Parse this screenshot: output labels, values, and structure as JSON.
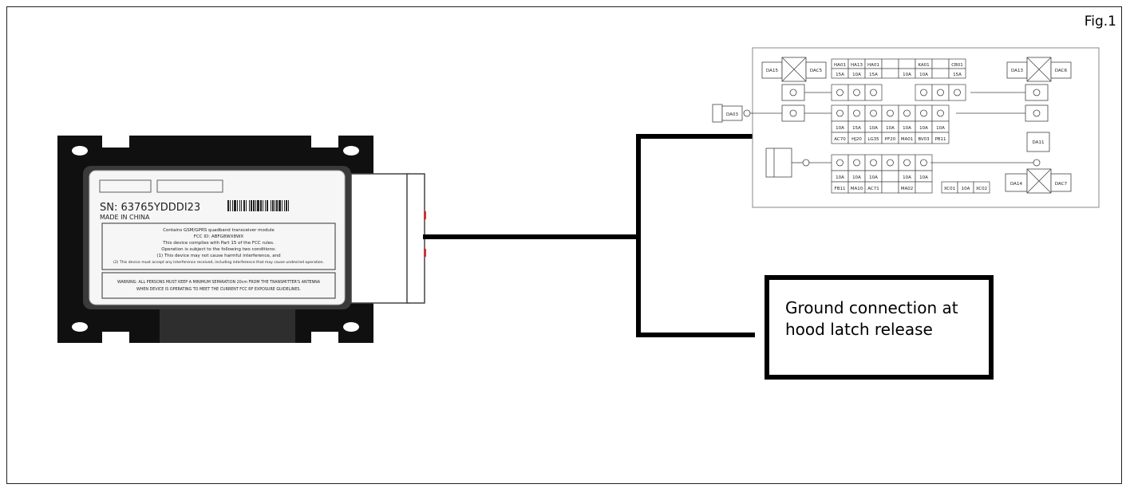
{
  "figure_label": "Fig.1",
  "callout_text": "Ground connection at hood latch release",
  "module": {
    "serial": "SN:  63765YDDDI23",
    "origin": "MADE IN CHINA",
    "compliance_lines": [
      "Contains GSM/GPRS quadband transceiver module",
      "FCC ID: ABFG8WX8WX",
      "This device complies with Part 15 of the FCC rules.",
      "Operation is subject to the following two conditions:",
      "(1) This device may not cause harmful interference, and",
      "(2) This device must accept any interference received, including interference that may cause undesired operation."
    ],
    "warning_lines": [
      "WARNING: ALL PERSONS MUST KEEP A MINIMUM SEPARATION 20cm FROM THE TRANSMITTER'S ANTENNA",
      "WHEN DEVICE IS OPERATING TO MEET THE CURRENT FCC RF EXPOSURE GUIDELINES."
    ]
  },
  "fuse_box": {
    "left_top_labels": [
      "DA15",
      "DAC5"
    ],
    "right_top_labels": [
      "DA13",
      "DAC6"
    ],
    "left_side_label": "DA03",
    "right_mid_label": "DA11",
    "right_bottom_labels": [
      "DA14",
      "DAC7"
    ],
    "row1_ids": [
      "HA01",
      "HA13",
      "HA01",
      "",
      "",
      "KA01",
      "",
      "CB01"
    ],
    "row1_amps": [
      "15A",
      "10A",
      "15A",
      "",
      "10A",
      "10A",
      "",
      "15A"
    ],
    "row2_amps": [
      "10A",
      "15A",
      "10A",
      "10A",
      "10A",
      "10A",
      "10A"
    ],
    "row2_ids": [
      "AC70",
      "HJ20",
      "LG35",
      "PF20",
      "MA01",
      "BV03",
      "PB11"
    ],
    "row3_amps": [
      "10A",
      "10A",
      "10A",
      "",
      "10A",
      "10A"
    ],
    "row3_ids": [
      "FB11",
      "MA10",
      "AC71",
      "",
      "MA02",
      ""
    ],
    "row3_extra": [
      "XC01",
      "10A",
      "XC02"
    ]
  }
}
